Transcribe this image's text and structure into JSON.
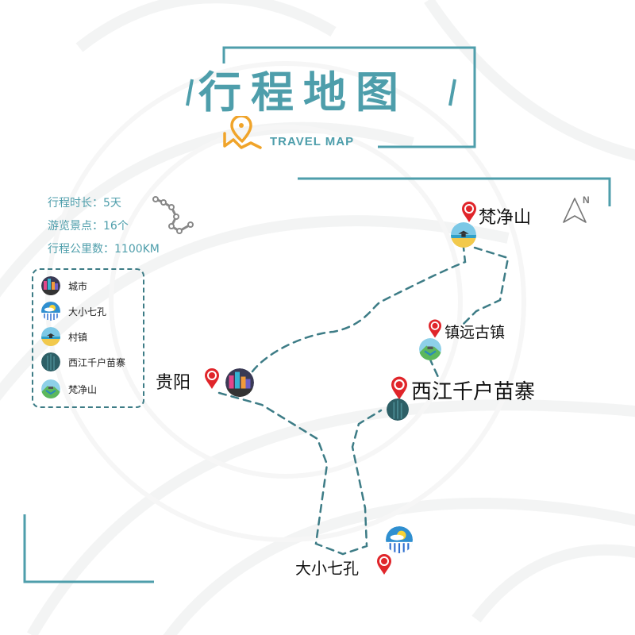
{
  "header": {
    "title": "行程地图",
    "subtitle": "TRAVEL MAP",
    "title_color": "#4e9eab",
    "icon_color": "#f0a42a"
  },
  "stats": [
    {
      "label": "行程时长：5天"
    },
    {
      "label": "游览景点：16个"
    },
    {
      "label": "行程公里数：1100KM"
    }
  ],
  "legend": {
    "items": [
      {
        "icon": "city-icon",
        "label": "城市"
      },
      {
        "icon": "lake-icon",
        "label": "大小七孔"
      },
      {
        "icon": "town-icon",
        "label": "村镇"
      },
      {
        "icon": "miao-village-icon",
        "label": "西江千户苗寨"
      },
      {
        "icon": "mountain-icon",
        "label": "梵净山"
      }
    ]
  },
  "map": {
    "compass_label": "N",
    "route_color": "#3d7c86",
    "pin_color": "#e0252a",
    "places": [
      {
        "name": "梵净山",
        "type": "town"
      },
      {
        "name": "镇远古镇",
        "type": "mountain"
      },
      {
        "name": "西江千户苗寨",
        "type": "miao-village"
      },
      {
        "name": "贵阳",
        "type": "city"
      },
      {
        "name": "大小七孔",
        "type": "lake"
      }
    ]
  }
}
